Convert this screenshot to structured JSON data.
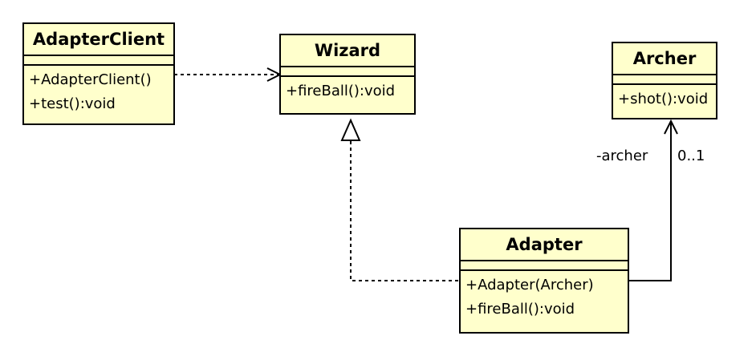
{
  "classes": {
    "adapter_client": {
      "name": "AdapterClient",
      "operations": [
        "+AdapterClient()",
        "+test():void"
      ]
    },
    "wizard": {
      "name": "Wizard",
      "operations": [
        "+fireBall():void"
      ]
    },
    "archer": {
      "name": "Archer",
      "operations": [
        "+shot():void"
      ]
    },
    "adapter": {
      "name": "Adapter",
      "operations": [
        "+Adapter(Archer)",
        "+fireBall():void"
      ]
    }
  },
  "associations": {
    "archer_role": "-archer",
    "archer_multiplicity": "0..1"
  }
}
